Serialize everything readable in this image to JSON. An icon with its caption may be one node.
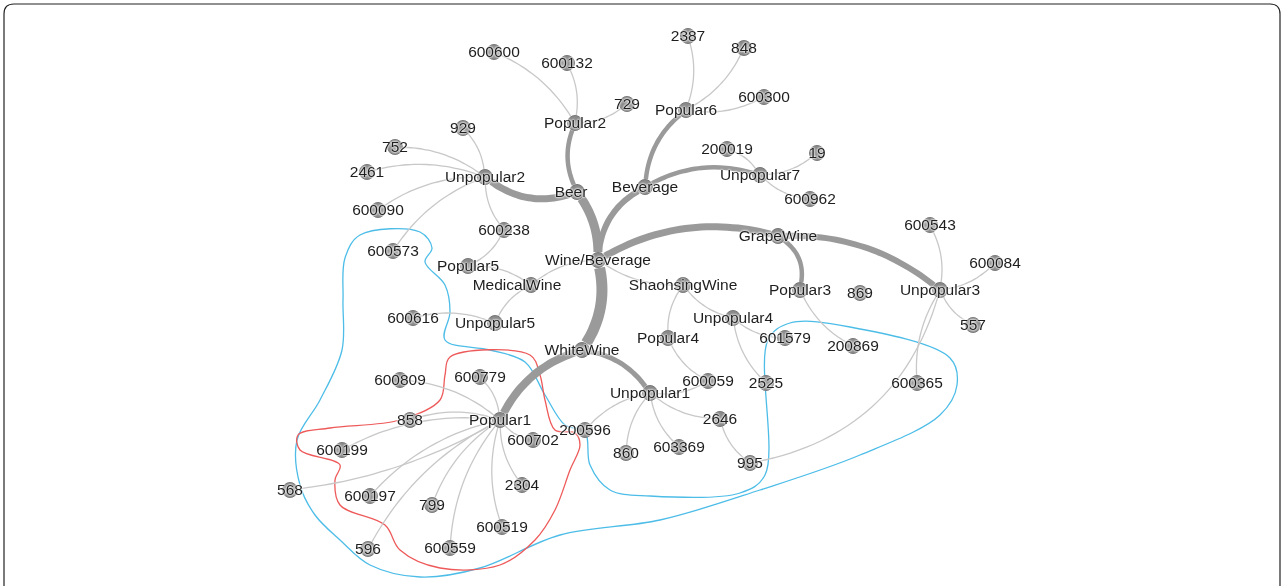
{
  "diagram": {
    "nodes": [
      {
        "text": [
          "Wine/Beverage"
        ]
      },
      {
        "text": [
          "Beer"
        ]
      },
      {
        "text": [
          "Beverage"
        ]
      },
      {
        "text": [
          "GrapeWine"
        ]
      },
      {
        "text": [
          "ShaohsingWine"
        ]
      },
      {
        "text": [
          "MedicalWine"
        ]
      },
      {
        "text": [
          "WhiteWine"
        ]
      },
      {
        "text": [
          "Popular2"
        ]
      },
      {
        "text": [
          "Popular6"
        ]
      },
      {
        "text": [
          "Unpopular2"
        ]
      },
      {
        "text": [
          "Unpopular7"
        ]
      },
      {
        "text": [
          "Popular5"
        ]
      },
      {
        "text": [
          "Unpopular5"
        ]
      },
      {
        "text": [
          "Popular3"
        ]
      },
      {
        "text": [
          "Unpopular3"
        ]
      },
      {
        "text": [
          "Unpopular4"
        ]
      },
      {
        "text": [
          "Popular4"
        ]
      },
      {
        "text": [
          "Unpopular1"
        ]
      },
      {
        "text": [
          "Popular1"
        ]
      },
      {
        "text": [
          "600600"
        ]
      },
      {
        "text": [
          "600132"
        ]
      },
      {
        "text": [
          "729"
        ]
      },
      {
        "text": [
          "2387"
        ]
      },
      {
        "text": [
          "848"
        ]
      },
      {
        "text": [
          "600300"
        ]
      },
      {
        "text": [
          "929"
        ]
      },
      {
        "text": [
          "752"
        ]
      },
      {
        "text": [
          "2461"
        ]
      },
      {
        "text": [
          "600090"
        ]
      },
      {
        "text": [
          "600573"
        ]
      },
      {
        "text": [
          "600238"
        ]
      },
      {
        "text": [
          "200019"
        ]
      },
      {
        "text": [
          "19"
        ]
      },
      {
        "text": [
          "600962"
        ]
      },
      {
        "text": [
          "600543"
        ]
      },
      {
        "text": [
          "600084"
        ]
      },
      {
        "text": [
          "557"
        ]
      },
      {
        "text": [
          "869"
        ]
      },
      {
        "text": [
          "200869"
        ]
      },
      {
        "text": [
          "600365"
        ]
      },
      {
        "text": [
          "995"
        ]
      },
      {
        "text": [
          "601579"
        ]
      },
      {
        "text": [
          "2525"
        ]
      },
      {
        "text": [
          "600059"
        ]
      },
      {
        "text": [
          "2646"
        ]
      },
      {
        "text": [
          "200596"
        ]
      },
      {
        "text": [
          "860"
        ]
      },
      {
        "text": [
          "603369"
        ]
      },
      {
        "text": [
          "600616"
        ]
      },
      {
        "text": [
          "600809"
        ]
      },
      {
        "text": [
          "600779"
        ]
      },
      {
        "text": [
          "858"
        ]
      },
      {
        "text": [
          "600199"
        ]
      },
      {
        "text": [
          "568"
        ]
      },
      {
        "text": [
          "600197"
        ]
      },
      {
        "text": [
          "799"
        ]
      },
      {
        "text": [
          "600702"
        ]
      },
      {
        "text": [
          "2304"
        ]
      },
      {
        "text": [
          "600519"
        ]
      },
      {
        "text": [
          "600559"
        ]
      },
      {
        "text": [
          "596"
        ]
      }
    ],
    "edges": [
      {
        "from": 0,
        "to": 1,
        "arrow": "none",
        "style": "thick"
      },
      {
        "from": 0,
        "to": 2,
        "arrow": "none",
        "style": "thick"
      },
      {
        "from": 0,
        "to": 3,
        "arrow": "none",
        "style": "thick"
      },
      {
        "from": 0,
        "to": 4,
        "arrow": "none"
      },
      {
        "from": 0,
        "to": 5,
        "arrow": "none"
      },
      {
        "from": 0,
        "to": 6,
        "arrow": "none",
        "style": "thick"
      },
      {
        "from": 1,
        "to": 7,
        "arrow": "none",
        "style": "thick"
      },
      {
        "from": 1,
        "to": 9,
        "arrow": "none",
        "style": "thick"
      },
      {
        "from": 2,
        "to": 8,
        "arrow": "none",
        "style": "thick"
      },
      {
        "from": 2,
        "to": 10,
        "arrow": "none",
        "style": "thick"
      },
      {
        "from": 3,
        "to": 14,
        "arrow": "none",
        "style": "thick"
      },
      {
        "from": 3,
        "to": 13,
        "arrow": "none",
        "style": "thick"
      },
      {
        "from": 6,
        "to": 18,
        "arrow": "none",
        "style": "thick"
      },
      {
        "from": 6,
        "to": 17,
        "arrow": "none",
        "style": "thick"
      },
      {
        "from": 4,
        "to": 15,
        "arrow": "none"
      },
      {
        "from": 4,
        "to": 16,
        "arrow": "none"
      },
      {
        "from": 5,
        "to": 12,
        "arrow": "none"
      },
      {
        "from": 5,
        "to": 11,
        "arrow": "none"
      },
      {
        "from": 7,
        "to": 19,
        "arrow": "none"
      },
      {
        "from": 7,
        "to": 20,
        "arrow": "none"
      },
      {
        "from": 7,
        "to": 21,
        "arrow": "none"
      },
      {
        "from": 8,
        "to": 22,
        "arrow": "none"
      },
      {
        "from": 8,
        "to": 23,
        "arrow": "none"
      },
      {
        "from": 8,
        "to": 24,
        "arrow": "none"
      },
      {
        "from": 9,
        "to": 25,
        "arrow": "none"
      },
      {
        "from": 9,
        "to": 26,
        "arrow": "none"
      },
      {
        "from": 9,
        "to": 27,
        "arrow": "none"
      },
      {
        "from": 9,
        "to": 28,
        "arrow": "none"
      },
      {
        "from": 9,
        "to": 29,
        "arrow": "none"
      },
      {
        "from": 9,
        "to": 30,
        "arrow": "none"
      },
      {
        "from": 11,
        "to": 30,
        "arrow": "none"
      },
      {
        "from": 10,
        "to": 31,
        "arrow": "none"
      },
      {
        "from": 10,
        "to": 32,
        "arrow": "none"
      },
      {
        "from": 10,
        "to": 33,
        "arrow": "none"
      },
      {
        "from": 14,
        "to": 34,
        "arrow": "none"
      },
      {
        "from": 14,
        "to": 35,
        "arrow": "none"
      },
      {
        "from": 14,
        "to": 36,
        "arrow": "none"
      },
      {
        "from": 14,
        "to": 39,
        "arrow": "none"
      },
      {
        "from": 14,
        "to": 40,
        "arrow": "none"
      },
      {
        "from": 13,
        "to": 38,
        "arrow": "none"
      },
      {
        "from": 15,
        "to": 41,
        "arrow": "none"
      },
      {
        "from": 15,
        "to": 42,
        "arrow": "none"
      },
      {
        "from": 16,
        "to": 43,
        "arrow": "none"
      },
      {
        "from": 17,
        "to": 43,
        "arrow": "none"
      },
      {
        "from": 17,
        "to": 44,
        "arrow": "none"
      },
      {
        "from": 17,
        "to": 45,
        "arrow": "none"
      },
      {
        "from": 17,
        "to": 46,
        "arrow": "none"
      },
      {
        "from": 17,
        "to": 47,
        "arrow": "none"
      },
      {
        "from": 44,
        "to": 40,
        "arrow": "none"
      },
      {
        "from": 12,
        "to": 48,
        "arrow": "none"
      },
      {
        "from": 18,
        "to": 49,
        "arrow": "none"
      },
      {
        "from": 18,
        "to": 50,
        "arrow": "none"
      },
      {
        "from": 18,
        "to": 51,
        "arrow": "none"
      },
      {
        "from": 18,
        "to": 52,
        "arrow": "none"
      },
      {
        "from": 18,
        "to": 53,
        "arrow": "none"
      },
      {
        "from": 18,
        "to": 54,
        "arrow": "none"
      },
      {
        "from": 18,
        "to": 55,
        "arrow": "none"
      },
      {
        "from": 18,
        "to": 56,
        "arrow": "none"
      },
      {
        "from": 18,
        "to": 57,
        "arrow": "none"
      },
      {
        "from": 18,
        "to": 58,
        "arrow": "none"
      },
      {
        "from": 18,
        "to": 59,
        "arrow": "none"
      },
      {
        "from": 18,
        "to": 60,
        "arrow": "none"
      }
    ]
  }
}
